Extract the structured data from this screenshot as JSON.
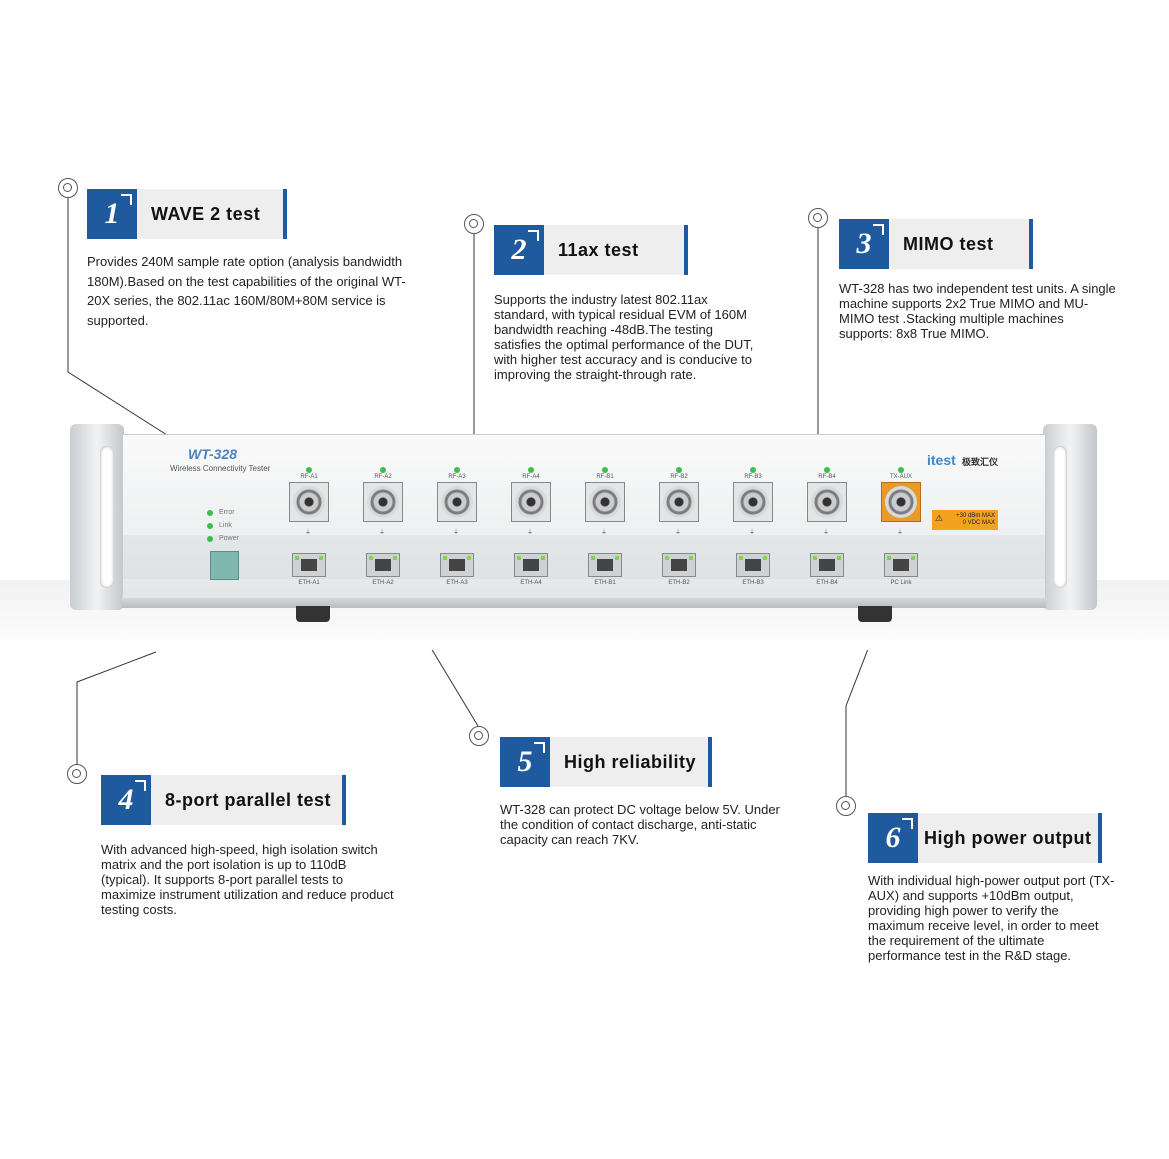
{
  "callouts": [
    {
      "number": "1",
      "title": "WAVE 2 test",
      "desc": "Provides 240M sample rate option (analysis bandwidth 180M).Based on the test capabilities of the original WT-20X series, the 802.11ac 160M/80M+80M service is supported."
    },
    {
      "number": "2",
      "title": "11ax test",
      "desc": "Supports the industry latest 802.11ax standard, with typical residual EVM of 160M bandwidth reaching -48dB.The testing  satisfies the optimal performance of the DUT, with higher test accuracy and is conducive to improving the straight-through rate."
    },
    {
      "number": "3",
      "title": "MIMO test",
      "desc": "WT-328 has two independent test units. A single machine supports 2x2 True MIMO and MU-MIMO test .Stacking multiple machines supports: 8x8 True MIMO."
    },
    {
      "number": "4",
      "title": "8-port parallel test",
      "desc": "With advanced high-speed, high isolation switch matrix and the port isolation is up to 110dB (typical). It supports 8-port parallel tests to maximize instrument utilization and reduce product testing costs."
    },
    {
      "number": "5",
      "title": "High reliability",
      "desc": "WT-328 can protect DC voltage below 5V. Under the condition of contact discharge, anti-static capacity can reach 7KV."
    },
    {
      "number": "6",
      "title": "High power output",
      "desc": "With individual high-power output port (TX-AUX) and supports +10dBm output, providing high power to verify the maximum receive level, in order to meet the requirement of the ultimate performance test in the R&D stage."
    }
  ],
  "device": {
    "model": "WT-328",
    "subtitle": "Wireless Connectivity Tester",
    "brand": "itest",
    "brand_cn": "极致汇仪",
    "status_leds": [
      "Error",
      "Link",
      "Power"
    ],
    "rf_ports": [
      "RF-A1",
      "RF-A2",
      "RF-A3",
      "RF-A4",
      "RF-B1",
      "RF-B2",
      "RF-B3",
      "RF-B4",
      "TX-AUX"
    ],
    "eth_ports": [
      "ETH-A1",
      "ETH-A2",
      "ETH-A3",
      "ETH-A4",
      "ETH-B1",
      "ETH-B2",
      "ETH-B3",
      "ETH-B4",
      "PC Link"
    ],
    "warning": [
      "+30 dBm MAX",
      "0 VDC MAX"
    ]
  },
  "colors": {
    "accent": "#1f5a9e",
    "aux_port": "#e99a2a",
    "led": "#3bbf4a"
  }
}
